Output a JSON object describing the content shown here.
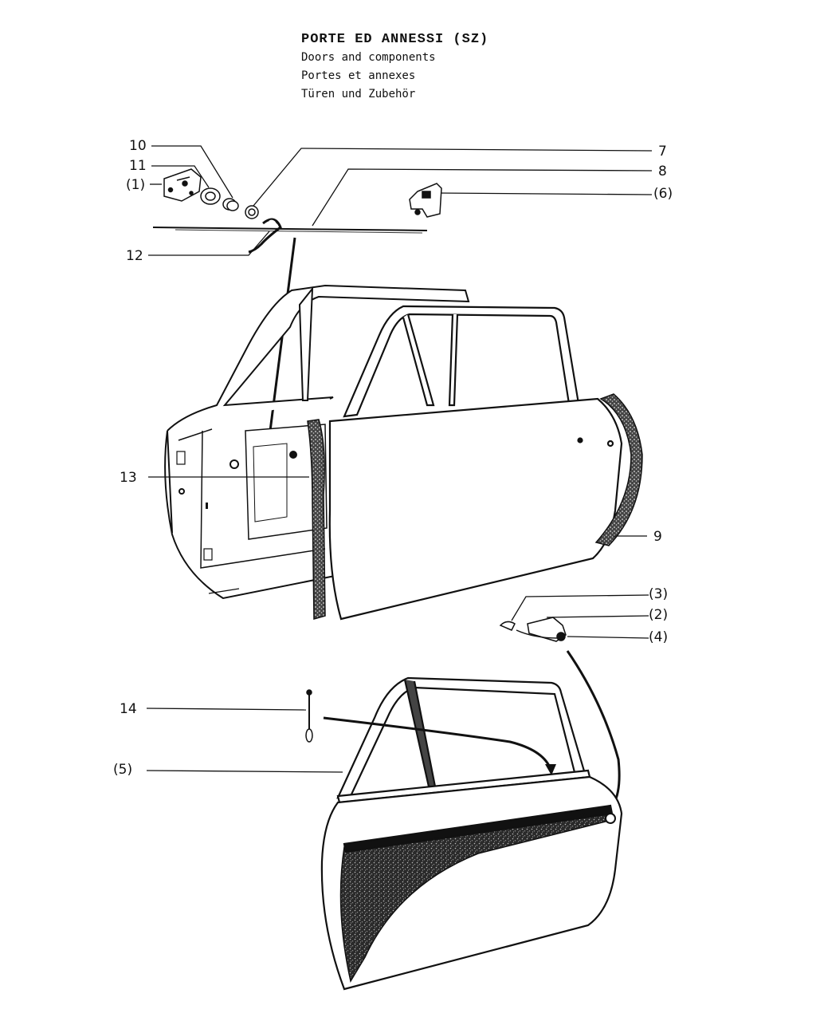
{
  "titles": {
    "it": "PORTE ED ANNESSI (SZ)",
    "en": "Doors and components",
    "fr": "Portes et annexes",
    "de": "Türen und Zubehör"
  },
  "callouts": {
    "c10": "10",
    "c11": "11",
    "c1": "(1)",
    "c12": "12",
    "c7": "7",
    "c8": "8",
    "c6": "(6)",
    "c13": "13",
    "c9": "9",
    "c3": "(3)",
    "c2": "(2)",
    "c4": "(4)",
    "c14": "14",
    "c5": "(5)"
  }
}
